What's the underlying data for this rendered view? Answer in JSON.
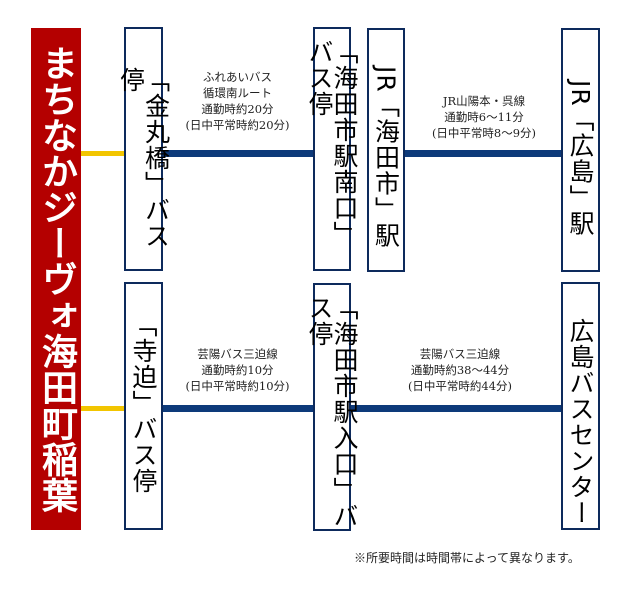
{
  "origin": {
    "label": "まちなかジーヴォ海田町稲葉",
    "color": "#b40000"
  },
  "colors": {
    "box_border": "#0d2a5c",
    "route_line": "#0d3a7a",
    "walk_line": "#f2c500"
  },
  "top_route": {
    "stops": [
      {
        "label": "「金丸橋」バス停"
      },
      {
        "label": "「海田市駅南口」バス停"
      },
      {
        "label": "JR「海田市」駅"
      },
      {
        "label": "JR「広島」駅"
      }
    ],
    "segments": [
      {
        "line1": "ふれあいバス",
        "line2": "循環南ルート",
        "line3": "通勤時約20分",
        "line4": "(日中平常時約20分)"
      },
      {
        "line1": "JR山陽本・呉線",
        "line2": "通勤時6～11分",
        "line3": "(日中平常時8～9分)"
      }
    ]
  },
  "bottom_route": {
    "stops": [
      {
        "label": "「寺迫」バス停"
      },
      {
        "label": "「海田市駅入口」バス停"
      },
      {
        "label": "広島バスセンター"
      }
    ],
    "segments": [
      {
        "line1": "芸陽バス三迫線",
        "line2": "通勤時約10分",
        "line3": "(日中平常時約10分)"
      },
      {
        "line1": "芸陽バス三迫線",
        "line2": "通勤時約38～44分",
        "line3": "(日中平常時約44分)"
      }
    ]
  },
  "footnote": "※所要時間は時間帯によって異なります。"
}
